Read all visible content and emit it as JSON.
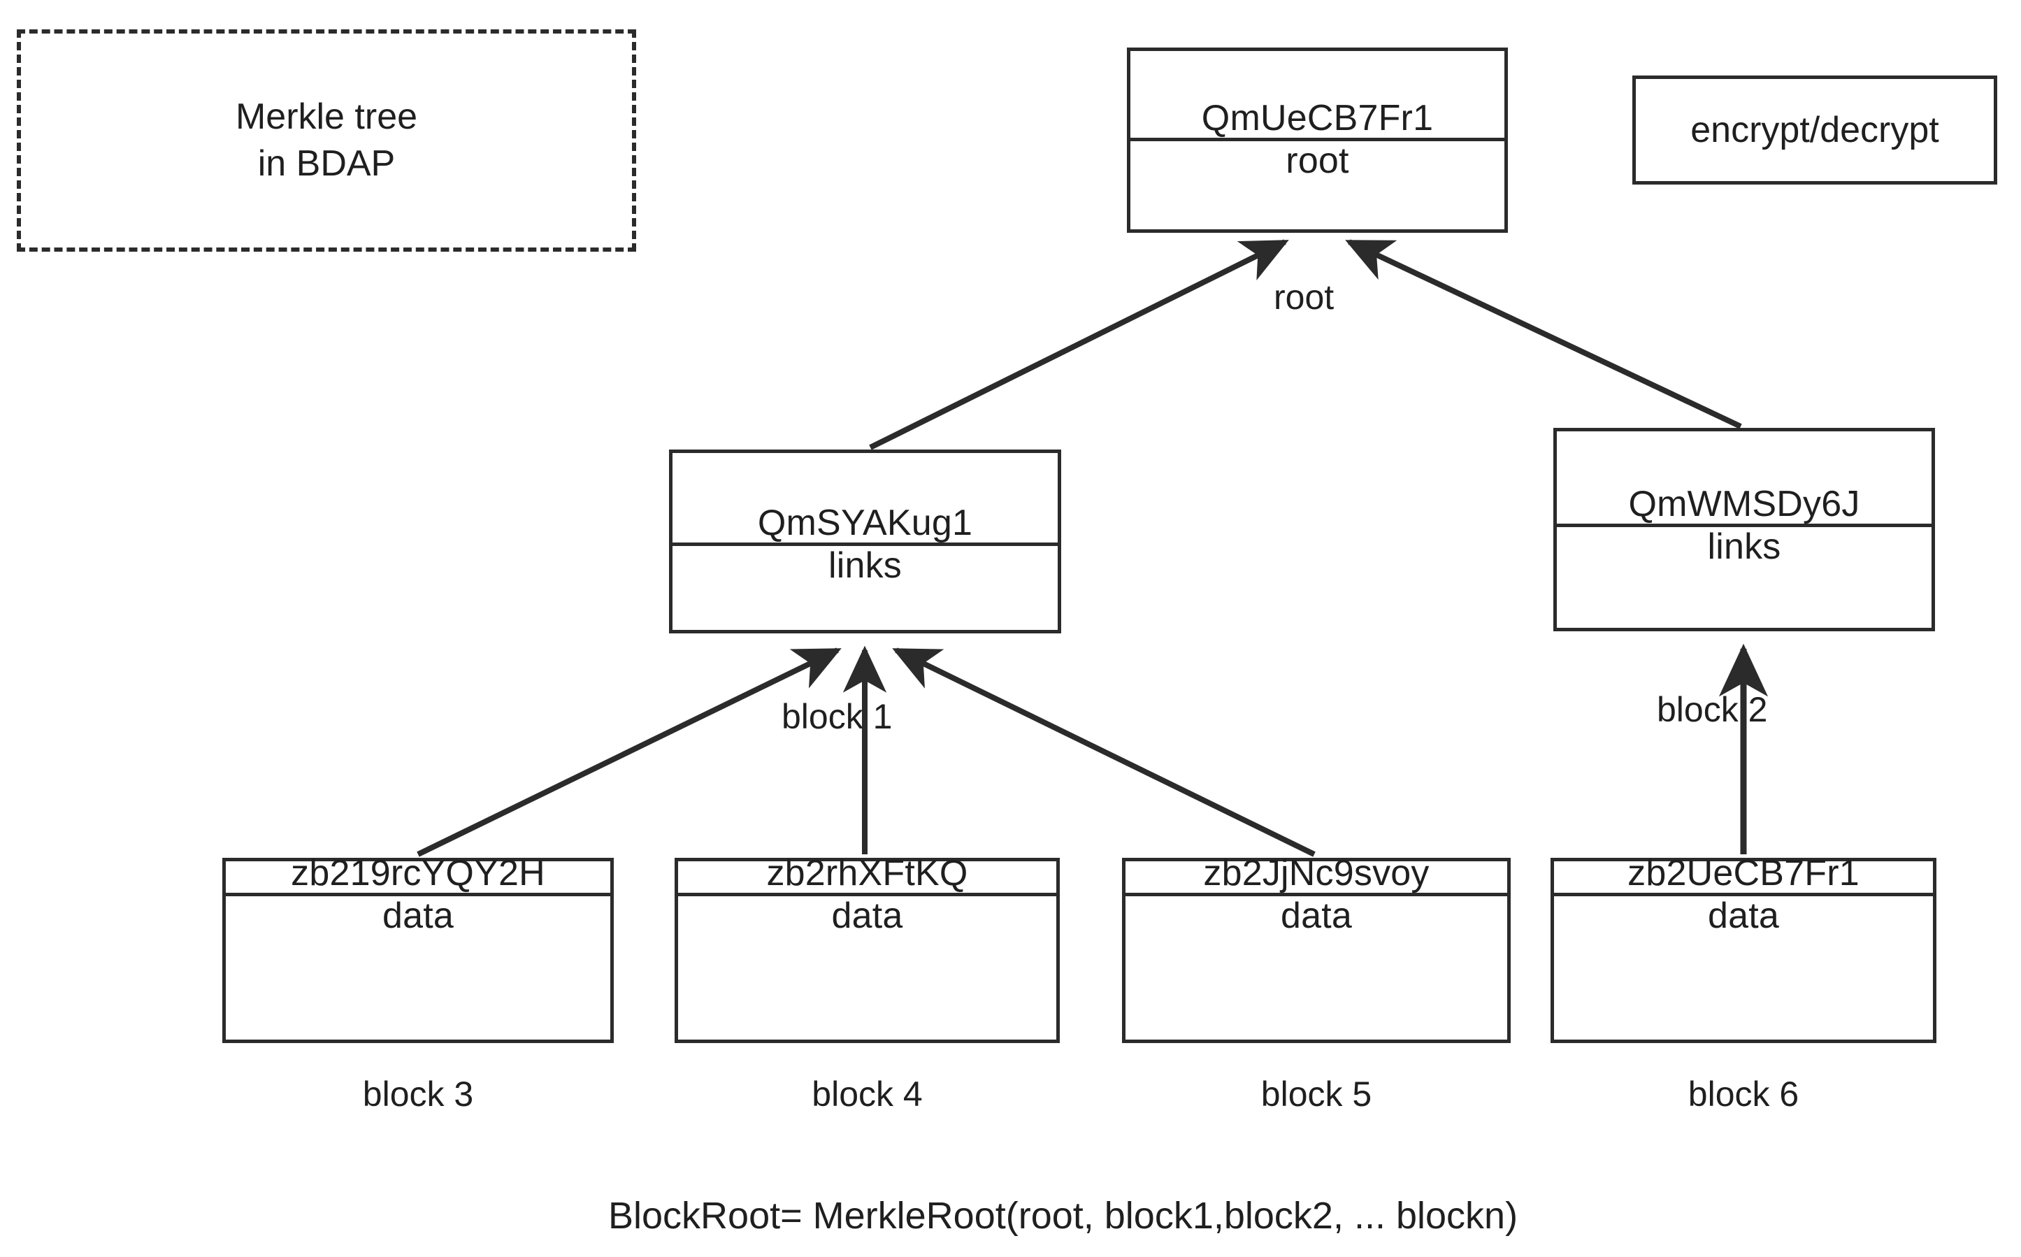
{
  "diagram": {
    "title_box": {
      "line1": "Merkle tree",
      "line2": "in BDAP"
    },
    "side_box": {
      "label": "encrypt/decrypt"
    },
    "formula": "BlockRoot= MerkleRoot(root, block1,block2, ... blockn)",
    "nodes": {
      "root": {
        "hash": "QmUeCB7Fr1",
        "kind": "root"
      },
      "links_left": {
        "hash": "QmSYAKug1",
        "kind": "links"
      },
      "links_right": {
        "hash": "QmWMSDy6J",
        "kind": "links"
      },
      "leaf1": {
        "hash": "zb219rcYQY2H",
        "kind": "data"
      },
      "leaf2": {
        "hash": "zb2rhXFtKQ",
        "kind": "data"
      },
      "leaf3": {
        "hash": "zb2JjNc9svoy",
        "kind": "data"
      },
      "leaf4": {
        "hash": "zb2UeCB7Fr1",
        "kind": "data"
      }
    },
    "edge_labels": {
      "root": "root",
      "block1": "block 1",
      "block2": "block 2"
    },
    "captions": {
      "block3": "block 3",
      "block4": "block 4",
      "block5": "block 5",
      "block6": "block 6"
    },
    "colors": {
      "stroke": "#2b2b2b",
      "text": "#1f1f1f",
      "background": "#ffffff"
    }
  }
}
